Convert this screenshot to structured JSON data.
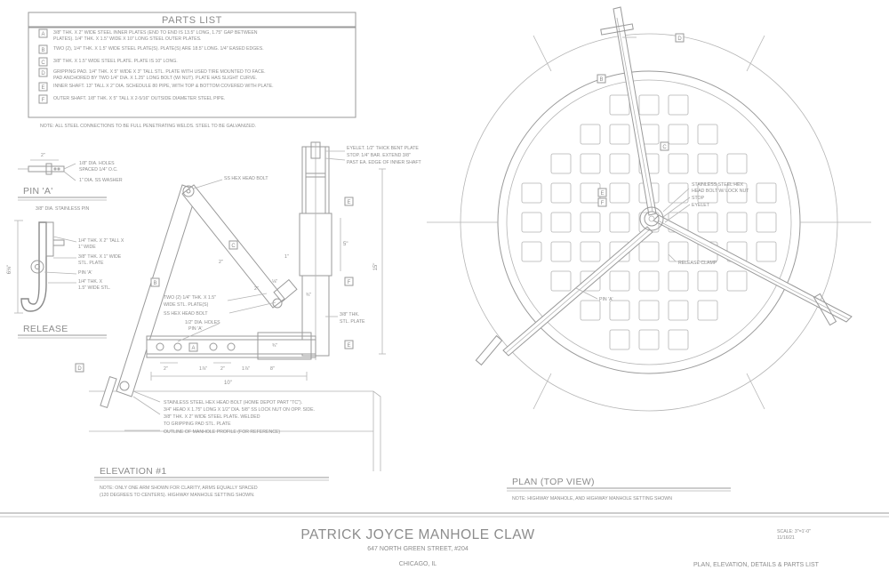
{
  "parts_list": {
    "title": "PARTS LIST",
    "items": [
      {
        "key": "A",
        "line1": "3/8\" THK. X 2\" WIDE STEEL INNER PLATES (END TO END IS 13.5\" LONG, 1.75\" GAP BETWEEN",
        "line2": "PLATES).  1/4\" THK. X 1.5\" WIDE X 10\" LONG STEEL OUTER PLATES."
      },
      {
        "key": "B",
        "line1": "TWO (2), 1/4\" THK. X 1.5\" WIDE STEEL PLATE(S).  PLATE(S) ARE 18.5\" LONG.  1/4\" EASED EDGES.",
        "line2": ""
      },
      {
        "key": "C",
        "line1": "3/8\" THK. X 1.5\" WIDE STEEL PLATE.  PLATE IS 10\" LONG.",
        "line2": ""
      },
      {
        "key": "D",
        "line1": "GRIPPING PAD.  1/4\" THK. X 5\" WIDE X 3\" TALL STL. PLATE WITH USED TIRE MOUNTED TO FACE.",
        "line2": "PAD ANCHORED BY TWO 1/4\" DIA. X 1.25\" LONG BOLT (W/ NUT).  PLATE HAS SLIGHT CURVE."
      },
      {
        "key": "E",
        "line1": "INNER SHAFT.  13\" TALL X 2\" DIA. SCHEDULE 80 PIPE, WITH TOP & BOTTOM COVERED WITH PLATE.",
        "line2": ""
      },
      {
        "key": "F",
        "line1": "OUTER SHAFT.  1/8\" THK. X 5\" TALL X 2-5/16\" OUTSIDE DIAMETER STEEL PIPE.",
        "line2": ""
      }
    ],
    "note": "NOTE:  ALL STEEL CONNECTIONS TO BE FULL  PENETRATING WELDS.  STEEL TO BE GALVANIZED."
  },
  "pin_detail": {
    "title": "PIN 'A'",
    "dim_2": "2\"",
    "holes_1": "1/8\" DIA. HOLES",
    "holes_2": "SPACED 1/4\" O.C.",
    "washer": "1\" DIA. SS WASHER",
    "pin_dia": "3/8\" DIA. STAINLESS PIN"
  },
  "release_detail": {
    "title": "RELEASE",
    "dim_height": "6⅛\"",
    "c1a": "1/4\" THK. X 2\" TALL X",
    "c1b": "1\" WIDE",
    "c2a": "3/8\" THK. X 1\" WIDE",
    "c2b": "STL. PLATE",
    "c3": "PIN 'A'",
    "c4a": "1/4\" THK. X",
    "c4b": "1.5\" WIDE STL."
  },
  "elevation": {
    "title": "ELEVATION #1",
    "note1": "NOTE:  ONLY ONE ARM SHOWN FOR CLARITY, ARMS EQUALLY SPACED",
    "note2": "(120 DEGREES TO CENTERS).  HIGHWAY MANHOLE SETTING SHOWN.",
    "ss_hex_bolt": "SS HEX HEAD BOLT",
    "eyelet1": "EYELET.  1/2\" THICK BENT PLATE",
    "eyelet2": "STOP.  1/4\" BAR.  EXTEND 3/8\"",
    "eyelet3": "PAST EA. EDGE OF INNER SHAFT",
    "two_plates1": "TWO (2) 1/4\" THK. X 1.5\"",
    "two_plates2": "WIDE STL. PLATE(S)",
    "ss_hex_nut_bolt": "SS HEX HEAD BOLT",
    "half_holes": "1/2\" DIA. HOLES",
    "pin_a": "PIN 'A'",
    "thk_38a": "3/8\" THK.",
    "thk_38b": "STL. PLATE",
    "c_stainless1": "STAINLESS STEEL HEX HEAD BOLT (HOME DEPOT PART \"TC\").",
    "c_stainless2": "3/4\" HEAD X 1.75\" LONG X 1/2\" DIA.  5/8\" SS LOCK NUT ON OPP. SIDE.",
    "c_plate1": "3/8\" THK. X 2\" WIDE STEEL PLATE.  WELDED",
    "c_plate2": "TO GRIPPING PAD STL. PLATE",
    "c_outline": "OUTLINE OF MANHOLE PROFILE (FOR REFERENCE)",
    "dims": {
      "d10": "10\"",
      "d2a": "2\"",
      "d2b": "2\"",
      "d1b": "1⅞\"",
      "d1c": "1⅞\"",
      "d3q": "¾\"",
      "d8": "8\"",
      "d15": "15\"",
      "d5": "5\"",
      "d34": "¾\"",
      "d13": "1\"",
      "d1": "⅛\"",
      "d2c": "2\"",
      "d2d": "2\""
    }
  },
  "plan": {
    "title": "PLAN (TOP VIEW)",
    "note": "NOTE:  HIGHWAY MANHOLE, AND HIGHWAY MANHOLE SETTING SHOWN",
    "hex1": "STAINLESS STEEL HEX",
    "hex2": "HEAD BOLT W/ LOCK NUT",
    "stop": "STOP",
    "eyelet": "EYELET",
    "release_clamp": "RELEASE CLAMP",
    "pin_a": "PIN 'A'"
  },
  "title_block": {
    "title": "PATRICK JOYCE MANHOLE CLAW",
    "address": "647 NORTH GREEN STREET, #204",
    "city": "CHICAGO, IL",
    "scale": "SCALE: 3\"=1'-0\"",
    "date": "11/16/21",
    "sheet": "PLAN, ELEVATION, DETAILS & PARTS LIST"
  },
  "tags": {
    "A": "A",
    "B": "B",
    "C": "C",
    "D": "D",
    "E": "E",
    "F": "F"
  }
}
